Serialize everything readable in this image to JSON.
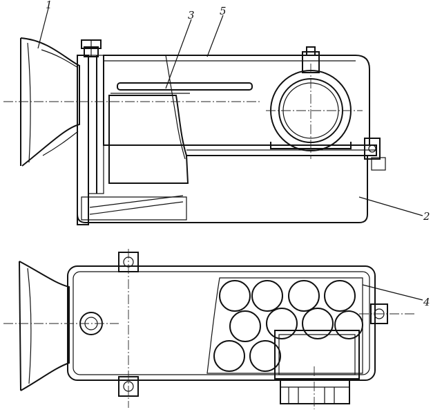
{
  "figure": {
    "top_view_labels": [
      {
        "id": "intake-horn",
        "text": "1"
      },
      {
        "id": "filter-element",
        "text": "3"
      },
      {
        "id": "housing-cover",
        "text": "5"
      },
      {
        "id": "oil-bath-bowl",
        "text": "2"
      }
    ],
    "bottom_view_labels": [
      {
        "id": "filter-rolls",
        "text": "4"
      }
    ],
    "colors": {
      "ink": "#111111",
      "paper": "#ffffff",
      "oil": "#e9e9e9"
    }
  }
}
